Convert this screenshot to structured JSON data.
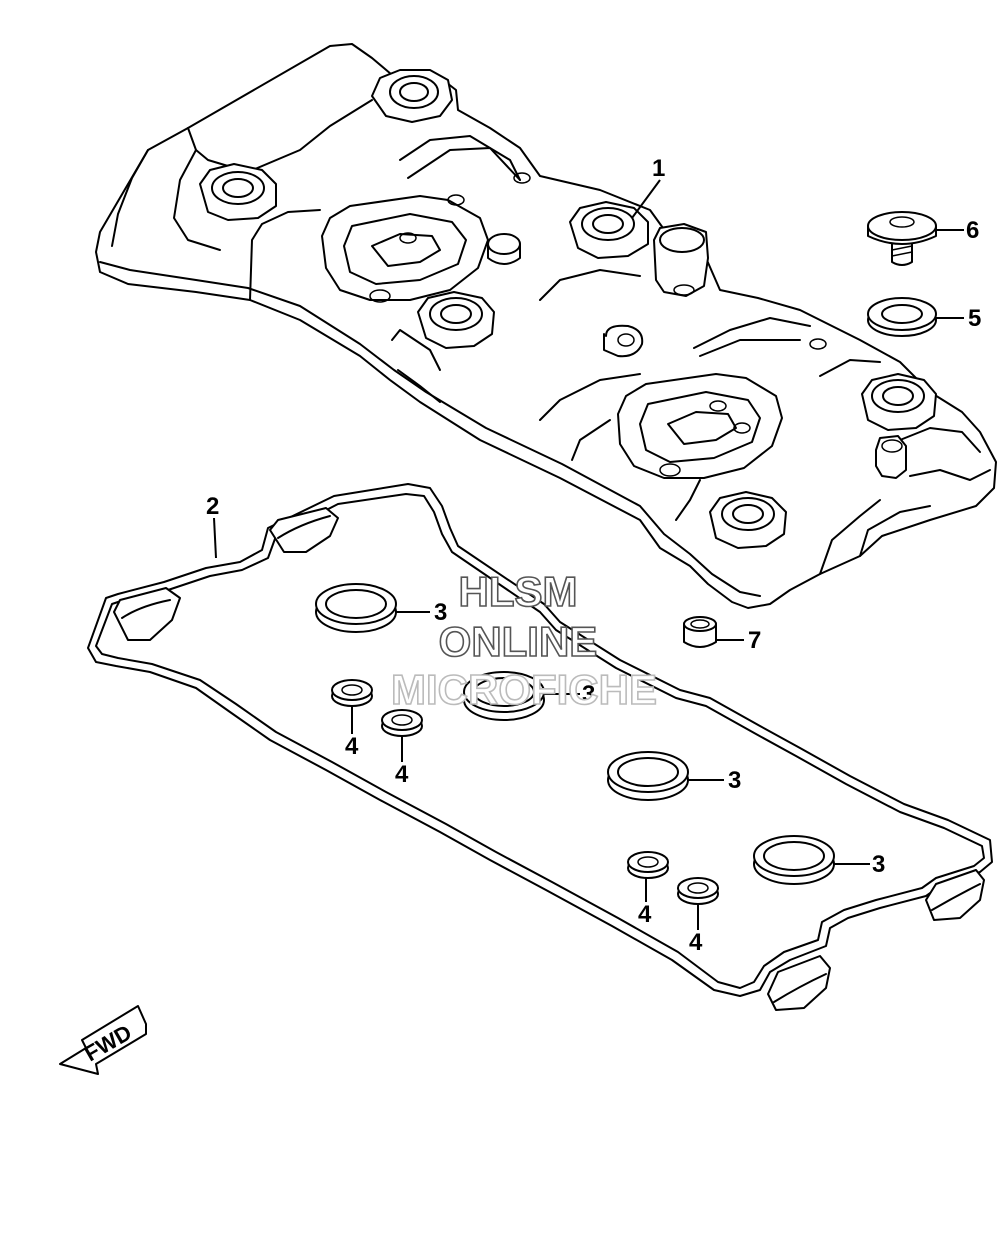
{
  "watermark": {
    "line1": "HLSM",
    "line2": "ONLINE",
    "line3": "MICROFICHE"
  },
  "direction_label": "FWD",
  "callouts": [
    {
      "id": "c1",
      "text": "1"
    },
    {
      "id": "c2",
      "text": "2"
    },
    {
      "id": "c3a",
      "text": "3"
    },
    {
      "id": "c3b",
      "text": "3"
    },
    {
      "id": "c3c",
      "text": "3"
    },
    {
      "id": "c3d",
      "text": "3"
    },
    {
      "id": "c4a",
      "text": "4"
    },
    {
      "id": "c4b",
      "text": "4"
    },
    {
      "id": "c4c",
      "text": "4"
    },
    {
      "id": "c4d",
      "text": "4"
    },
    {
      "id": "c5",
      "text": "5"
    },
    {
      "id": "c6",
      "text": "6"
    },
    {
      "id": "c7",
      "text": "7"
    }
  ]
}
